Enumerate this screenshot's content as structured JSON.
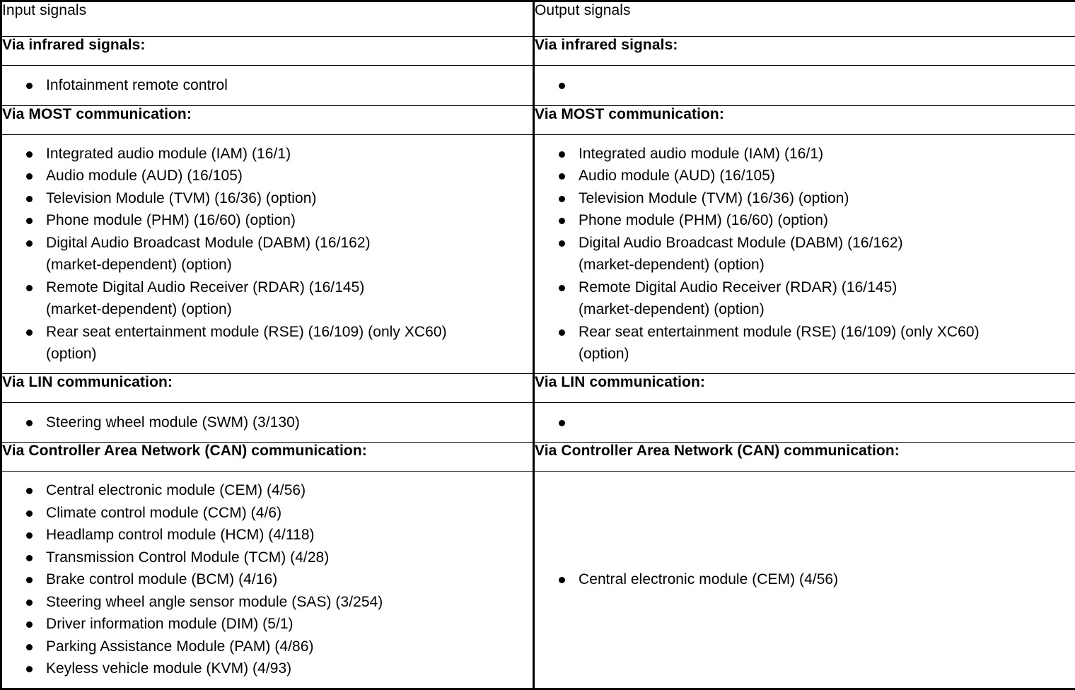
{
  "table": {
    "columns": [
      {
        "id": "input",
        "title": "Input signals"
      },
      {
        "id": "output",
        "title": "Output signals"
      }
    ],
    "sections": [
      {
        "id": "infrared",
        "header": "Via infrared signals:",
        "input_items": [
          {
            "text": "Infotainment remote control"
          }
        ],
        "output_items": [
          {
            "text": ""
          }
        ]
      },
      {
        "id": "most",
        "header": "Via MOST communication:",
        "input_items": [
          {
            "text": "Integrated audio module (IAM) (16/1)"
          },
          {
            "text": "Audio module (AUD) (16/105)"
          },
          {
            "text": "Television Module (TVM) (16/36) (option)"
          },
          {
            "text": "Phone module (PHM) (16/60) (option)"
          },
          {
            "text": "Digital Audio Broadcast Module (DABM) (16/162)",
            "cont": "(market-dependent) (option)"
          },
          {
            "text": "Remote Digital Audio Receiver (RDAR) (16/145)",
            "cont": "(market-dependent) (option)"
          },
          {
            "text": "Rear seat entertainment module (RSE) (16/109) (only XC60)",
            "cont": "(option)"
          }
        ],
        "output_items": [
          {
            "text": "Integrated audio module (IAM) (16/1)"
          },
          {
            "text": "Audio module (AUD) (16/105)"
          },
          {
            "text": "Television Module (TVM) (16/36) (option)"
          },
          {
            "text": "Phone module (PHM) (16/60) (option)"
          },
          {
            "text": "Digital Audio Broadcast Module (DABM) (16/162)",
            "cont": "(market-dependent) (option)"
          },
          {
            "text": "Remote Digital Audio Receiver (RDAR) (16/145)",
            "cont": "(market-dependent) (option)"
          },
          {
            "text": "Rear seat entertainment module (RSE) (16/109) (only XC60)",
            "cont": "(option)"
          }
        ]
      },
      {
        "id": "lin",
        "header": "Via LIN communication:",
        "input_items": [
          {
            "text": "Steering wheel module (SWM) (3/130)"
          }
        ],
        "output_items": [
          {
            "text": ""
          }
        ]
      },
      {
        "id": "can",
        "header": "Via Controller Area Network (CAN) communication:",
        "input_items": [
          {
            "text": "Central electronic module (CEM) (4/56)"
          },
          {
            "text": "Climate control module (CCM) (4/6)"
          },
          {
            "text": "Headlamp control module (HCM) (4/118)"
          },
          {
            "text": "Transmission Control Module (TCM) (4/28)"
          },
          {
            "text": "Brake control module (BCM) (4/16)"
          },
          {
            "text": "Steering wheel angle sensor module (SAS) (3/254)"
          },
          {
            "text": "Driver information module (DIM) (5/1)"
          },
          {
            "text": "Parking Assistance Module (PAM) (4/86)"
          },
          {
            "text": "Keyless vehicle module (KVM) (4/93)"
          }
        ],
        "output_items": [
          {
            "text": "Central electronic module (CEM) (4/56)"
          }
        ]
      }
    ]
  },
  "colors": {
    "border": "#000000",
    "text": "#000000",
    "background": "#ffffff"
  }
}
